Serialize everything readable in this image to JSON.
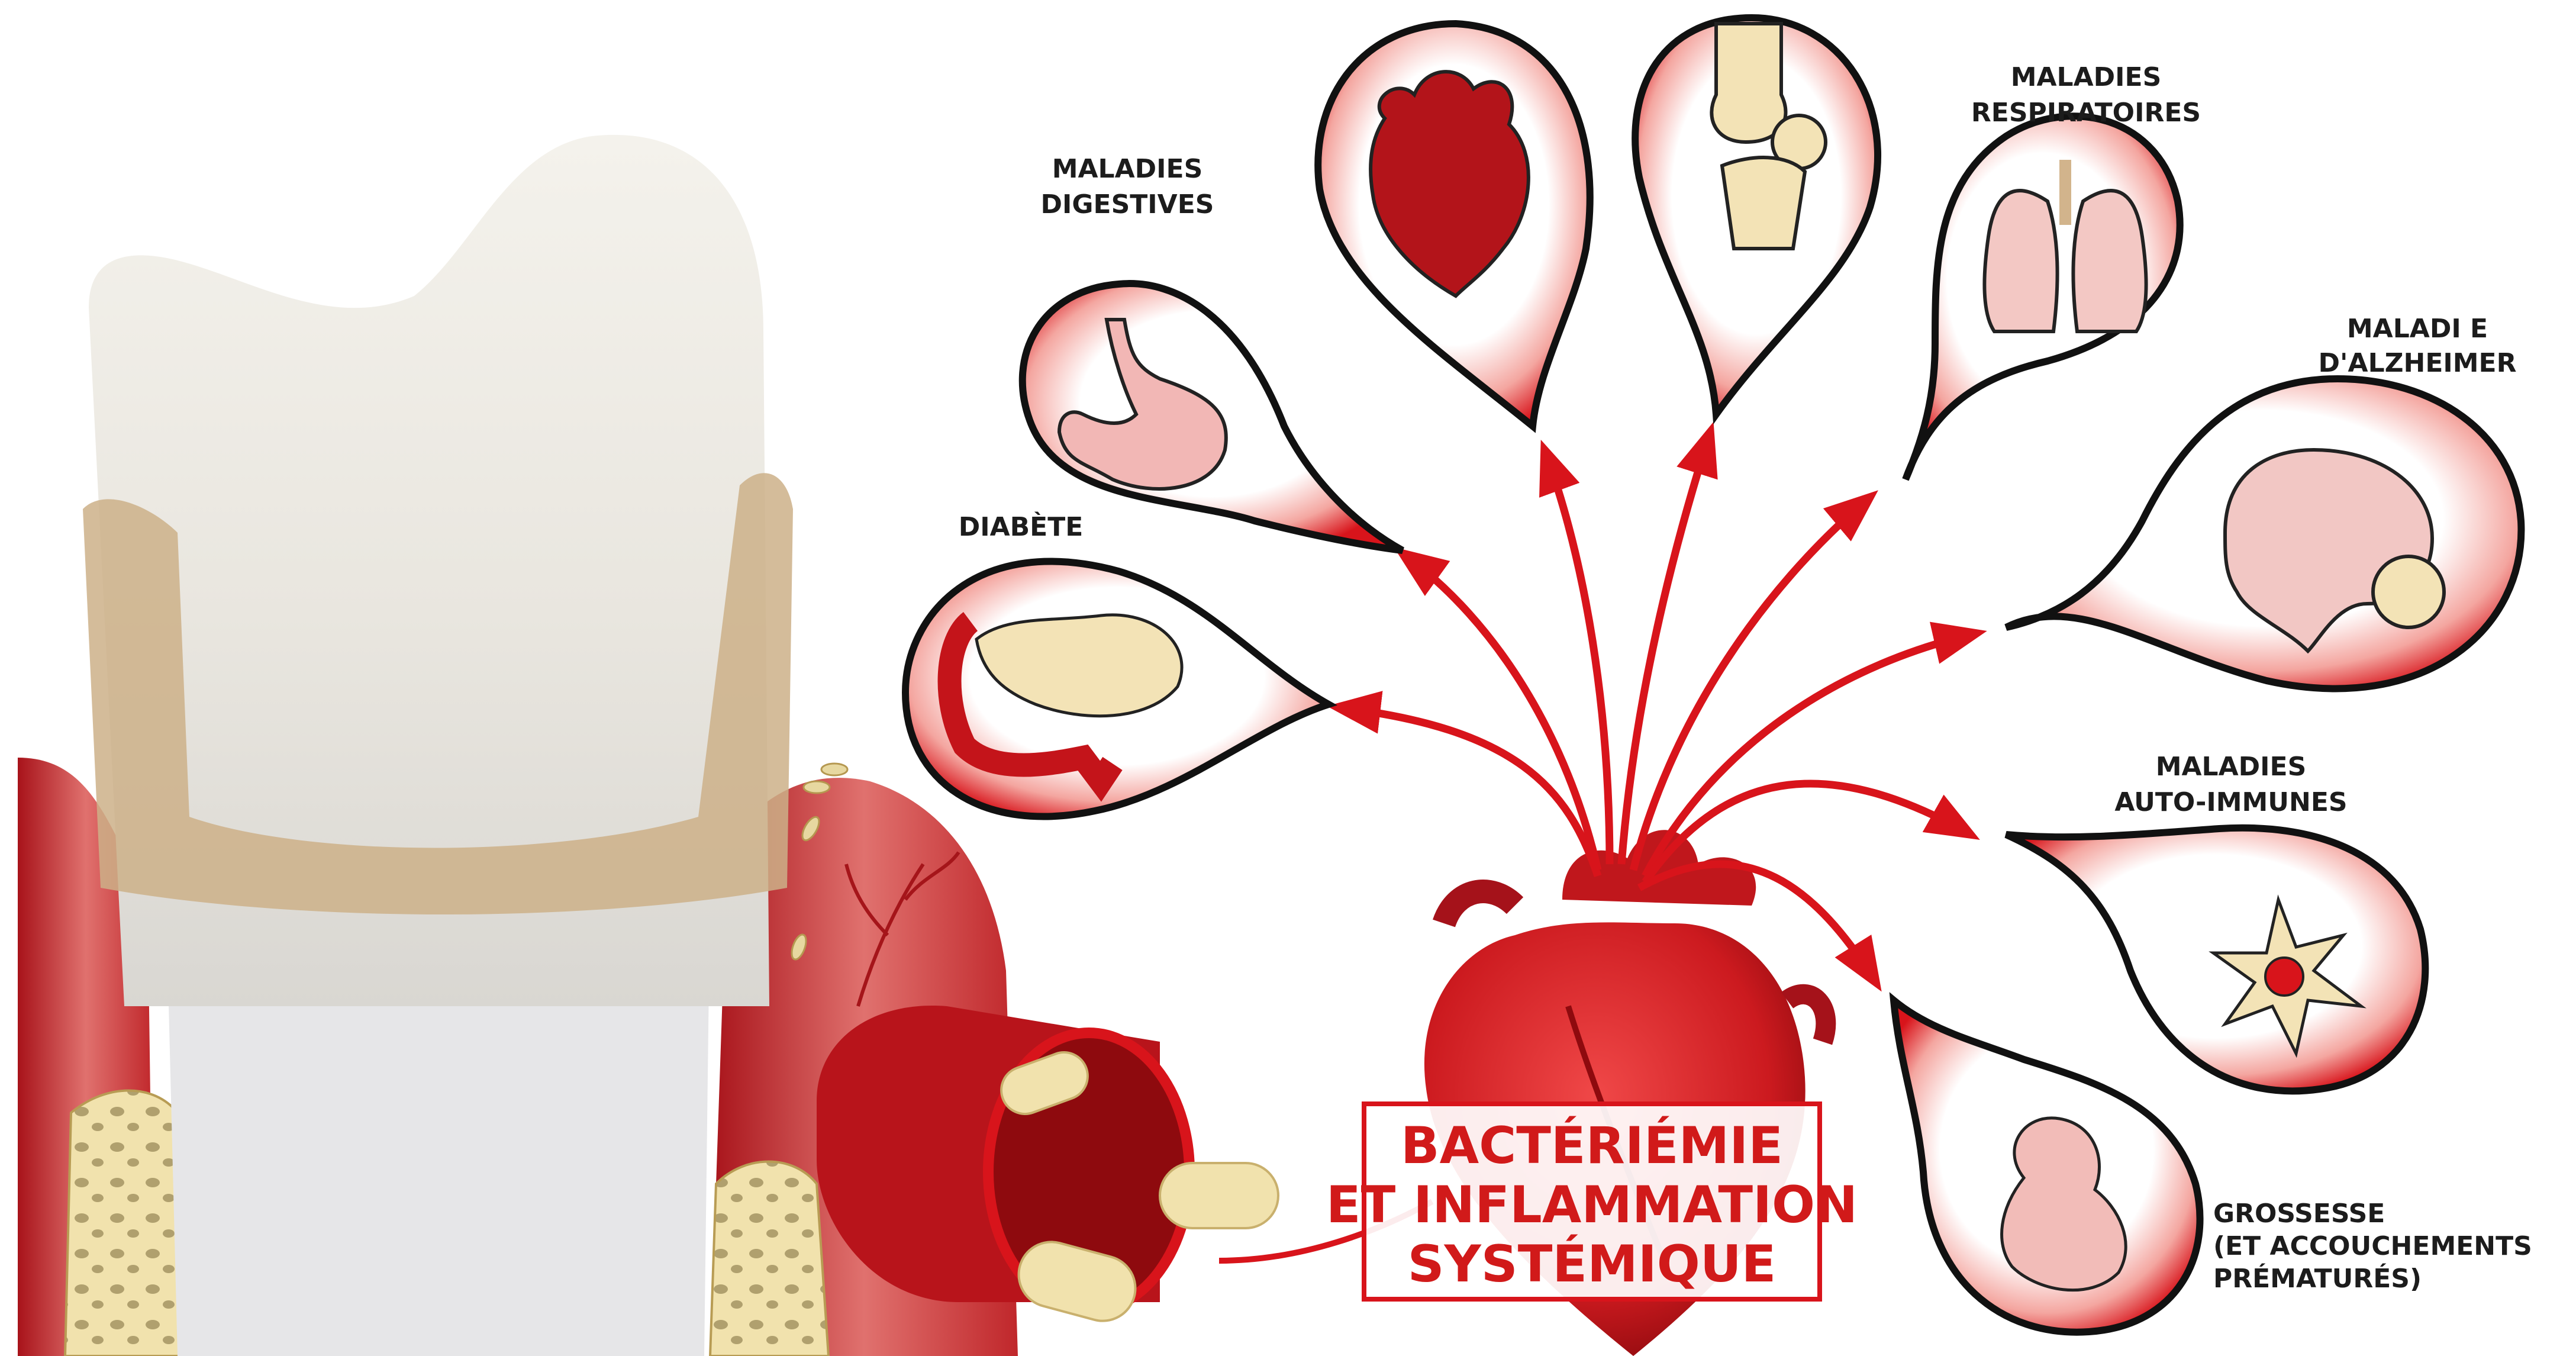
{
  "colors": {
    "accent_red": "#d8141b",
    "dark_red": "#8e0a0e",
    "tooth_white": "#eeece6",
    "dentin_tan": "#cbb089",
    "gum_pink": "#e07a78",
    "bacteria_cream": "#f1e2ad"
  },
  "diagram": {
    "center_label_lines": [
      "BACTÉRIÉMIE",
      "ET INFLAMMATION",
      "SYSTÉMIQUE"
    ],
    "targets": [
      {
        "id": "diabetes",
        "label_lines": [
          "DIABÈTE"
        ],
        "icon": "pancreas-icon"
      },
      {
        "id": "digestive",
        "label_lines": [
          "MALADIES",
          "DIGESTIVES"
        ],
        "icon": "stomach-icon"
      },
      {
        "id": "cardio",
        "label_lines": [],
        "icon": "heart-icon"
      },
      {
        "id": "joints",
        "label_lines": [],
        "icon": "knee-joint-icon"
      },
      {
        "id": "respiratory",
        "label_lines": [
          "MALADIES",
          "RESPIRATOIRES"
        ],
        "icon": "lungs-icon"
      },
      {
        "id": "alzheimer",
        "label_lines": [
          "MALADI E",
          "D'ALZHEIMER"
        ],
        "icon": "brain-icon"
      },
      {
        "id": "autoimmune",
        "label_lines": [
          "MALADIES",
          "AUTO-IMMUNES"
        ],
        "icon": "immune-cell-icon"
      },
      {
        "id": "pregnancy",
        "label_lines": [
          "GROSSESSE",
          "(ET ACCOUCHEMENTS",
          "PRÉMATURÉS)"
        ],
        "icon": "fetus-icon"
      }
    ]
  }
}
